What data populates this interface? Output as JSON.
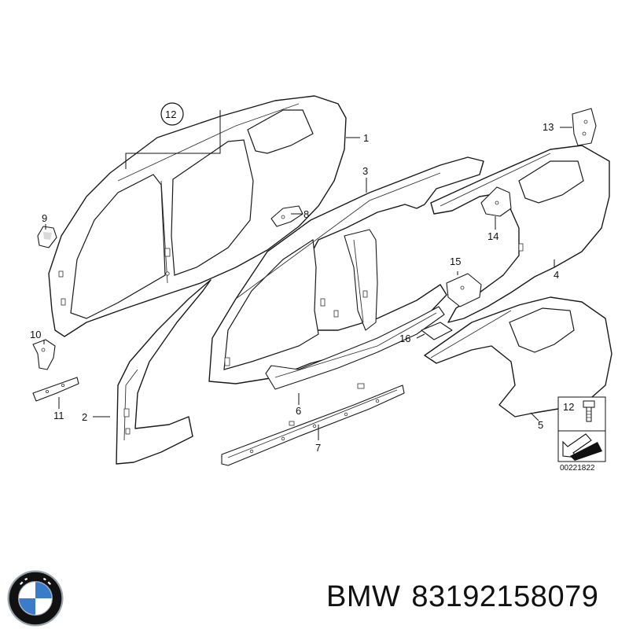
{
  "diagram": {
    "callouts": [
      {
        "id": "c1",
        "label": "1"
      },
      {
        "id": "c2",
        "label": "2"
      },
      {
        "id": "c3",
        "label": "3"
      },
      {
        "id": "c4",
        "label": "4"
      },
      {
        "id": "c5",
        "label": "5"
      },
      {
        "id": "c6",
        "label": "6"
      },
      {
        "id": "c7",
        "label": "7"
      },
      {
        "id": "c8",
        "label": "8"
      },
      {
        "id": "c9",
        "label": "9"
      },
      {
        "id": "c10",
        "label": "10"
      },
      {
        "id": "c11",
        "label": "11"
      },
      {
        "id": "c12a",
        "label": "12"
      },
      {
        "id": "c12b",
        "label": "12"
      },
      {
        "id": "c13",
        "label": "13"
      },
      {
        "id": "c14",
        "label": "14"
      },
      {
        "id": "c15",
        "label": "15"
      },
      {
        "id": "c16",
        "label": "16"
      }
    ],
    "drawing_number": "00221822"
  },
  "footer": {
    "brand": "BMW",
    "part_number": "83192158079"
  },
  "logo": {
    "icon": "bmw-roundel-icon",
    "colors": {
      "ring": "#111111",
      "blue": "#3a7cc9",
      "white": "#ffffff",
      "chrome": "#9aa3ad"
    }
  }
}
